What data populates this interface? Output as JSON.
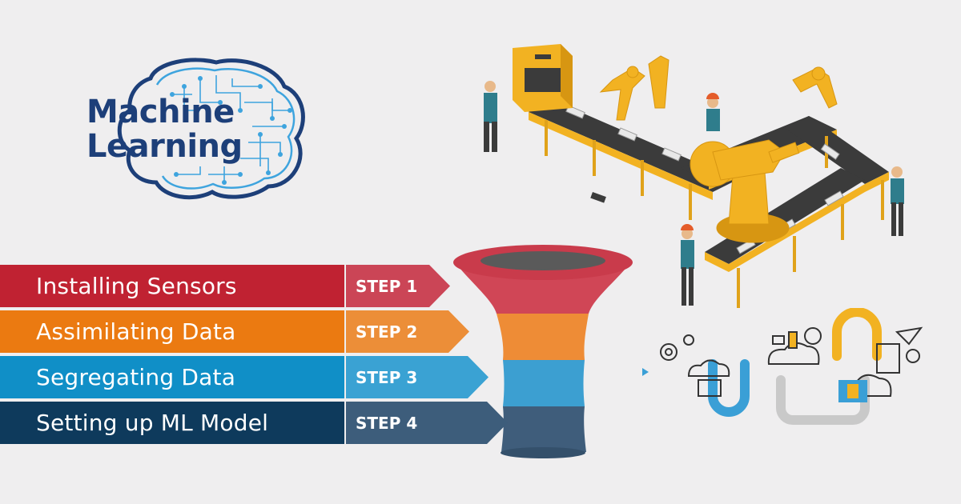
{
  "logo": {
    "line1": "Machine",
    "line2": "Learning"
  },
  "steps": [
    {
      "label": "Installing Sensors",
      "step": "STEP 1",
      "bar_color": "#c02232",
      "step_color": "#cb4556"
    },
    {
      "label": "Assimilating Data",
      "step": "STEP 2",
      "bar_color": "#eb7a11",
      "step_color": "#ec8e38"
    },
    {
      "label": "Segregating Data",
      "step": "STEP 3",
      "bar_color": "#108fc7",
      "step_color": "#3aa2d3"
    },
    {
      "label": "Setting up ML Model",
      "step": "STEP 4",
      "bar_color": "#0e3a5c",
      "step_color": "#3d5d7b"
    }
  ],
  "funnel_colors": [
    "#d04656",
    "#ee8c36",
    "#3c9fd1",
    "#3f5d7b"
  ],
  "icons": {
    "logo": "brain-circuit-icon",
    "factory": "assembly-line-illustration",
    "network": "process-network-illustration"
  }
}
